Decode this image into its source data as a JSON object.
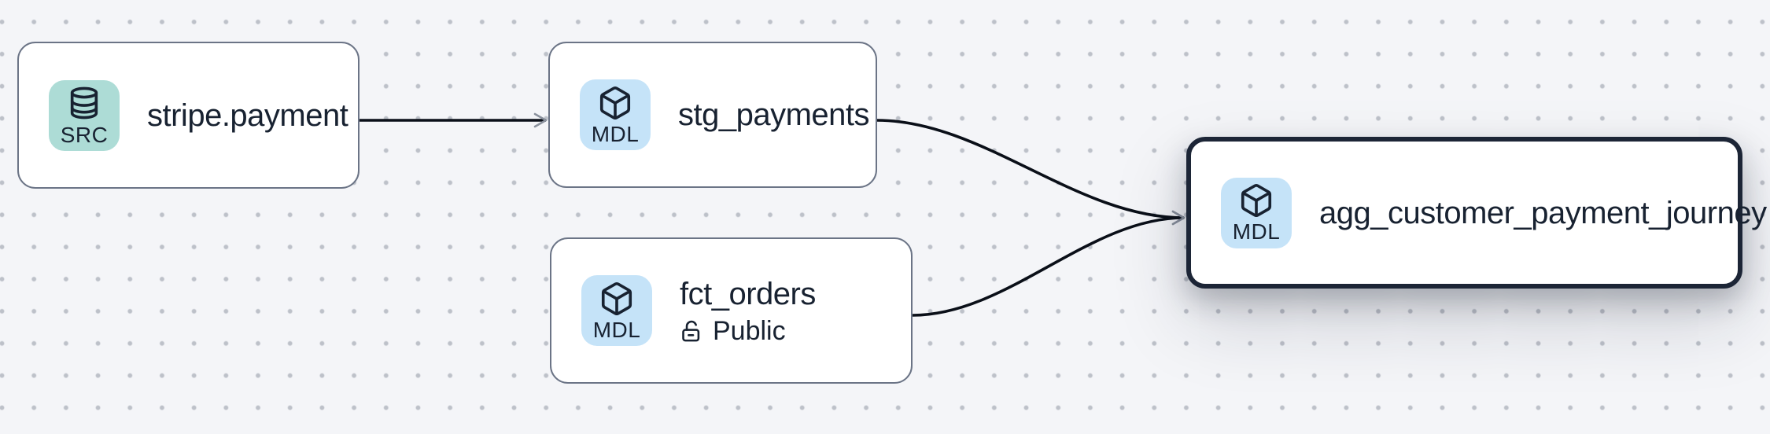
{
  "canvas": {
    "background_color": "#f4f5f8",
    "dot_grid_color": "#bdc1c9"
  },
  "nodes": [
    {
      "title": "stripe.payment",
      "badge_label": "SRC",
      "badge_icon": "database-icon",
      "badge_color": "#addcd6",
      "selected": false
    },
    {
      "title": "stg_payments",
      "badge_label": "MDL",
      "badge_icon": "cube-icon",
      "badge_color": "#c5e3f8",
      "selected": false
    },
    {
      "title": "fct_orders",
      "badge_label": "MDL",
      "badge_icon": "cube-icon",
      "badge_color": "#c5e3f8",
      "access_icon": "lock-open-icon",
      "access_label": "Public",
      "selected": false
    },
    {
      "title": "agg_customer_payment_journey",
      "badge_label": "MDL",
      "badge_icon": "cube-icon",
      "badge_color": "#c5e3f8",
      "selected": true
    }
  ],
  "edges": [
    {
      "from": "stripe.payment",
      "to": "stg_payments"
    },
    {
      "from": "stg_payments",
      "to": "agg_customer_payment_journey"
    },
    {
      "from": "fct_orders",
      "to": "agg_customer_payment_journey"
    }
  ],
  "colors": {
    "node_border": "#6b7486",
    "selected_node_border": "#1c2536",
    "edge": "#0a0f18",
    "arrowhead": "#8a919d",
    "text": "#182231"
  }
}
